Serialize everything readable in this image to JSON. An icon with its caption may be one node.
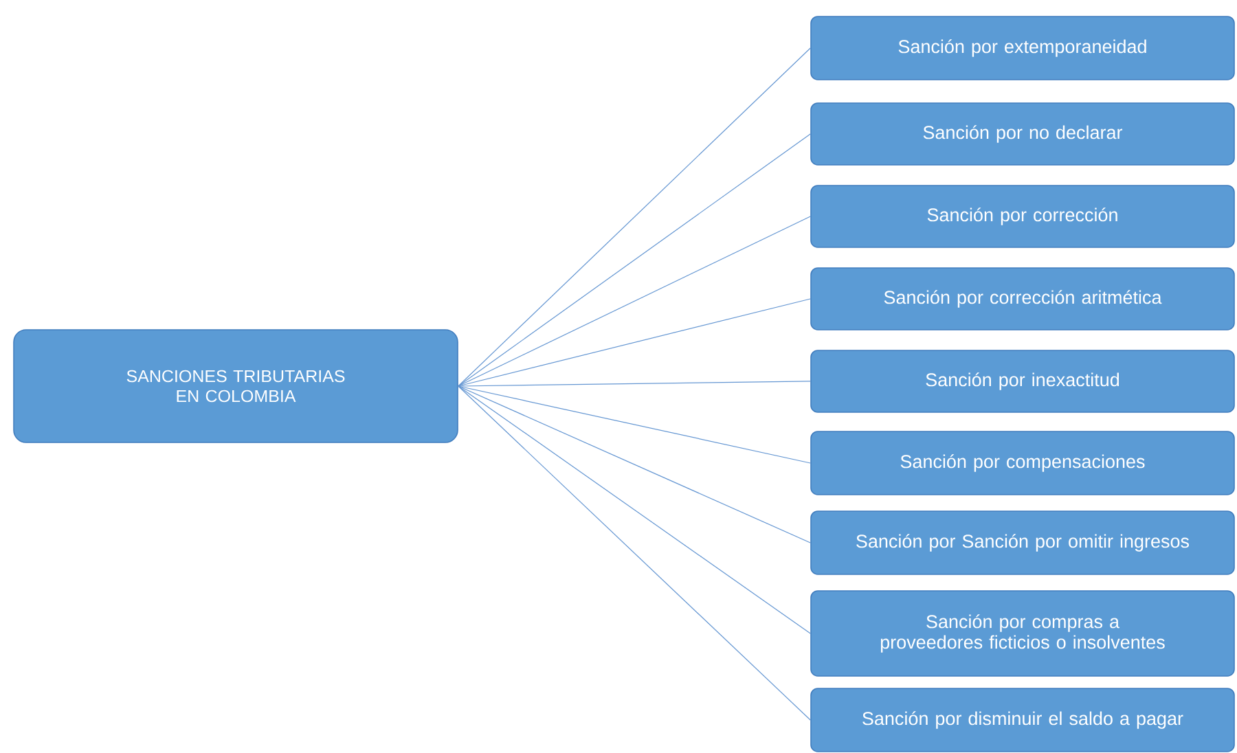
{
  "diagram": {
    "nodes": [
      {
        "text": [
          "SANCIONES TRIBUTARIAS EN COLOMBIA"
        ]
      },
      {
        "text": [
          "Sanción por extemporaneidad"
        ]
      },
      {
        "text": [
          "Sanción por no declarar"
        ]
      },
      {
        "text": [
          "Sanción por corrección"
        ]
      },
      {
        "text": [
          "Sanción por corrección aritmética"
        ]
      },
      {
        "text": [
          "Sanción por inexactitud"
        ]
      },
      {
        "text": [
          "Sanción por compensaciones"
        ]
      },
      {
        "text": [
          "Sanción por Sanción por omitir ingresos"
        ]
      },
      {
        "text": [
          "Sanción por compras a proveedores ficticios o insolventes"
        ]
      },
      {
        "text": [
          "Sanción por disminuir el saldo a pagar"
        ]
      }
    ],
    "edges": [
      {
        "from": 0,
        "to": 1,
        "arrow": "none"
      },
      {
        "from": 0,
        "to": 2,
        "arrow": "none"
      },
      {
        "from": 0,
        "to": 3,
        "arrow": "none"
      },
      {
        "from": 0,
        "to": 4,
        "arrow": "none"
      },
      {
        "from": 0,
        "to": 5,
        "arrow": "none"
      },
      {
        "from": 0,
        "to": 6,
        "arrow": "none"
      },
      {
        "from": 0,
        "to": 7,
        "arrow": "none"
      },
      {
        "from": 0,
        "to": 8,
        "arrow": "none"
      },
      {
        "from": 0,
        "to": 9,
        "arrow": "none"
      }
    ]
  }
}
